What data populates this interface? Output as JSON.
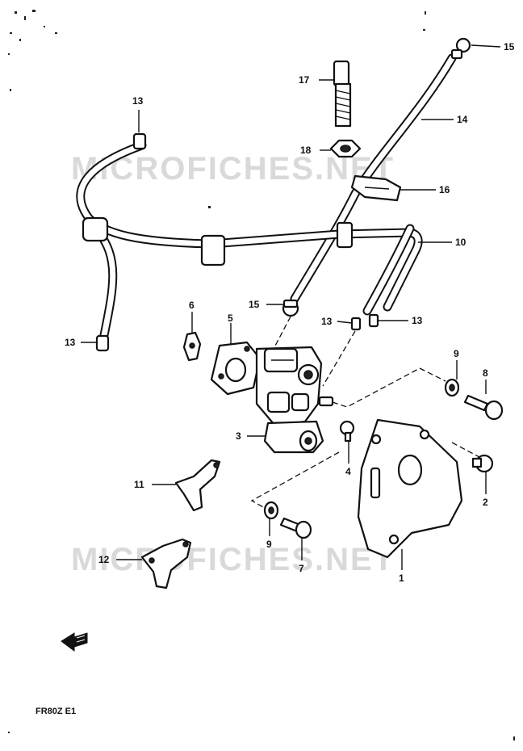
{
  "watermark": "MICROFICHES.NET",
  "footer_code": "FR80Z E1",
  "callouts": {
    "c1": "1",
    "c2": "2",
    "c3": "3",
    "c4": "4",
    "c5": "5",
    "c6": "6",
    "c7": "7",
    "c8": "8",
    "c9a": "9",
    "c9b": "9",
    "c10": "10",
    "c11": "11",
    "c12": "12",
    "c13a": "13",
    "c13b": "13",
    "c13c": "13",
    "c13d": "13",
    "c14": "14",
    "c15a": "15",
    "c15b": "15",
    "c16": "16",
    "c17": "17",
    "c18": "18"
  },
  "icons": {
    "direction_arrow": "front-arrow-icon"
  }
}
